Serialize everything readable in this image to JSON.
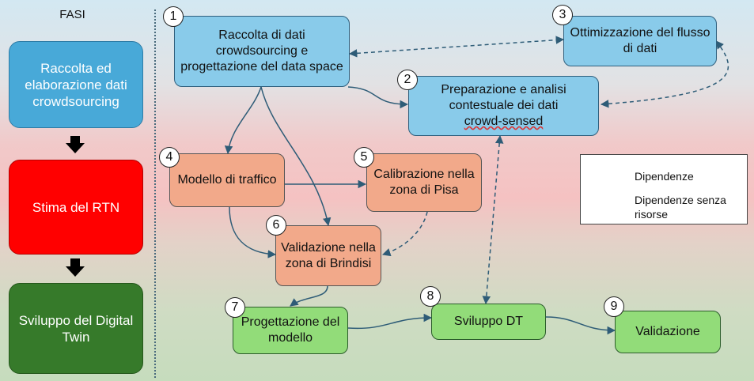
{
  "phases": {
    "title": "FASI",
    "items": [
      {
        "label": "Raccolta ed elaborazione dati crowdsourcing"
      },
      {
        "label": "Stima del RTN"
      },
      {
        "label": "Sviluppo del Digital Twin"
      }
    ]
  },
  "nodes": {
    "n1": {
      "num": "1",
      "label": "Raccolta di dati crowdsourcing e progettazione del data space"
    },
    "n2": {
      "num": "2",
      "label_lines": [
        "Preparazione e analisi",
        "contestuale dei dati"
      ],
      "label_last": "crowd-sensed"
    },
    "n3": {
      "num": "3",
      "label": "Ottimizzazione del flusso di dati"
    },
    "n4": {
      "num": "4",
      "label": "Modello di traffico"
    },
    "n5": {
      "num": "5",
      "label": "Calibrazione nella zona di Pisa"
    },
    "n6": {
      "num": "6",
      "label": "Validazione nella zona di Brindisi"
    },
    "n7": {
      "num": "7",
      "label": "Progettazione del modello"
    },
    "n8": {
      "num": "8",
      "label": "Sviluppo DT"
    },
    "n9": {
      "num": "9",
      "label": "Validazione"
    }
  },
  "legend": {
    "solid": "Dipendenze",
    "dashed": "Dipendenze senza risorse"
  },
  "colors": {
    "phase1": "#48a9d8",
    "phase2": "#ff0000",
    "phase3": "#367a2a",
    "blue_node": "#89cbea",
    "orange_node": "#f2a98a",
    "green_node": "#92dc79",
    "arrow": "#2e5c77"
  }
}
